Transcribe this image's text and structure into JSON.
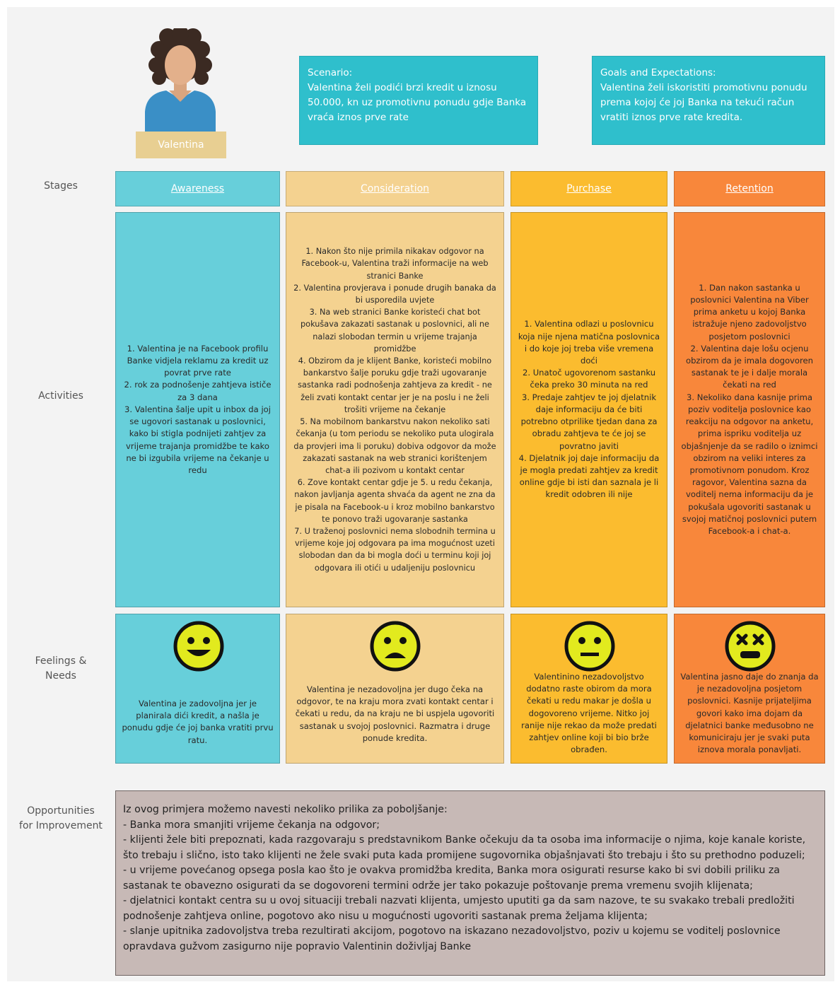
{
  "persona": {
    "name": "Valentina",
    "scenario_title": "Scenario:",
    "scenario_text": "Valentina želi podići brzi kredit u iznosu 50.000, kn uz promotivnu ponudu gdje Banka vraća iznos prve rate",
    "goals_title": "Goals and Expectations:",
    "goals_text": "Valentina želi iskoristiti promotivnu ponudu prema kojoj će joj Banka na tekući račun vratiti iznos prve rate kredita."
  },
  "row_labels": {
    "stages": "Stages",
    "activities": "Activities",
    "feelings": "Feelings &\nNeeds",
    "opportunities": "Opportunities\nfor Improvement"
  },
  "stages": [
    "Awareness",
    "Consideration",
    "Purchase",
    "Retention"
  ],
  "activities": [
    "1. Valentina je na Facebook profilu Banke vidjela reklamu za kredit uz povrat prve rate\n2. rok za podnošenje zahtjeva ističe za 3 dana\n3. Valentina šalje upit u inbox da joj se ugovori sastanak u poslovnici, kako bi stigla podnijeti zahtjev za vrijeme trajanja promidžbe te kako ne bi izgubila vrijeme na čekanje u redu",
    "1. Nakon što nije primila nikakav odgovor na Facebook-u, Valentina traži informacije na web stranici Banke\n2. Valentina provjerava i ponude drugih banaka da bi usporedila uvjete\n3. Na web stranici Banke koristeći chat bot pokušava zakazati sastanak u poslovnici, ali ne nalazi slobodan termin u vrijeme trajanja promidžbe\n4. Obzirom da je klijent Banke, koristeći mobilno bankarstvo šalje poruku gdje traži ugovaranje sastanka radi podnošenja zahtjeva za kredit - ne želi zvati kontakt centar jer je na poslu i ne želi trošiti vrijeme na čekanje\n5. Na mobilnom bankarstvu nakon nekoliko sati čekanja (u tom periodu se nekoliko puta ulogirala da provjeri ima li poruku) dobiva odgovor da može zakazati sastanak na web stranici korištenjem chat-a ili pozivom u kontakt centar\n6. Zove kontakt centar gdje je 5. u redu čekanja, nakon javljanja agenta shvaća da agent ne zna da je pisala na Facebook-u i kroz mobilno bankarstvo te ponovo traži ugovaranje sastanka\n7. U traženoj poslovnici nema slobodnih termina u vrijeme koje joj odgovara pa ima mogućnost uzeti slobodan dan da bi mogla doći u terminu koji joj odgovara ili otići u udaljeniju poslovnicu",
    "1. Valentina odlazi u poslovnicu koja nije njena matična poslovnica i do koje joj treba više vremena doći\n2. Unatoč ugovorenom sastanku čeka preko 30 minuta na red\n3. Predaje zahtjev te joj djelatnik daje informaciju da će biti potrebno otprilike tjedan dana za obradu zahtjeva te će joj se povratno javiti\n4. Djelatnik joj daje informaciju da je mogla predati zahtjev za kredit online gdje bi isti dan saznala je li kredit odobren ili nije",
    "1. Dan nakon sastanka u poslovnici Valentina na Viber prima anketu u kojoj Banka istražuje njeno zadovoljstvo posjetom poslovnici\n2. Valentina daje lošu ocjenu obzirom da je imala dogovoren sastanak te je i dalje morala čekati na red\n3. Nekoliko dana kasnije prima poziv voditelja poslovnice kao reakciju na odgovor na anketu, prima ispriku voditelja uz objašnjenje da se radilo o iznimci obzirom na veliki interes za promotivnom ponudom. Kroz ragovor, Valentina sazna da voditelj nema informaciju da je pokušala ugovoriti sastanak u svojoj matičnoj poslovnici putem Facebook-a i chat-a."
  ],
  "feelings": [
    {
      "icon": "happy-face-icon",
      "text": "Valentina je zadovoljna jer je planirala dići kredit, a našla je ponudu gdje će joj banka vratiti prvu ratu."
    },
    {
      "icon": "sad-face-icon",
      "text": "Valentina je nezadovoljna jer dugo čeka na odgovor, te na kraju mora zvati kontakt centar i čekati u redu, da na kraju ne bi uspjela ugovoriti sastanak u svojoj poslovnici. Razmatra i druge ponude kredita."
    },
    {
      "icon": "neutral-face-icon",
      "text": "Valentinino nezadovoljstvo dodatno raste obirom da mora čekati u redu makar je došla u dogovoreno vrijeme. Nitko joj ranije nije rekao da može predati zahtjev online koji bi bio brže obrađen."
    },
    {
      "icon": "dizzy-face-icon",
      "text": "Valentina jasno daje do znanja da je nezadovoljna posjetom poslovnici. Kasnije prijateljima govori kako ima dojam da djelatnici banke međusobno ne komuniciraju jer je svaki puta iznova morala ponavljati."
    }
  ],
  "opportunities": "Iz ovog primjera možemo navesti nekoliko prilika za poboljšanje:\n- Banka mora smanjiti vrijeme čekanja na odgovor;\n- klijenti žele biti prepoznati, kada razgovaraju s predstavnikom Banke očekuju da ta osoba ima informacije o njima, koje kanale koriste, što trebaju i slično, isto tako klijenti ne žele svaki puta kada promijene sugovornika objašnjavati što trebaju i što su prethodno poduzeli;\n- u vrijeme povećanog opsega posla kao što je ovakva promidžba kredita, Banka mora osigurati resurse kako bi svi dobili priliku za sastanak te obavezno osigurati da se dogovoreni termini održe jer tako pokazuje poštovanje prema vremenu svojih klijenata;\n- djelatnici kontakt centra su u ovoj situaciji trebali nazvati klijenta, umjesto uputiti ga da sam nazove, te su svakako trebali predložiti podnošenje zahtjeva online, pogotovo ako nisu u mogućnosti ugovoriti sastanak prema željama klijenta;\n- slanje upitnika zadovoljstva treba rezultirati akcijom, pogotovo na iskazano nezadovoljstvo, poziv u kojemu se voditelj poslovnice opravdava gužvom zasigurno nije popravio Valentinin doživljaj Banke",
  "colors": {
    "awareness": "#67cfda",
    "consideration": "#f4d290",
    "purchase": "#fbbc2f",
    "retention": "#f8873b",
    "scenario_box": "#2fbfcc",
    "opportunities_box": "#c7b9b6"
  }
}
